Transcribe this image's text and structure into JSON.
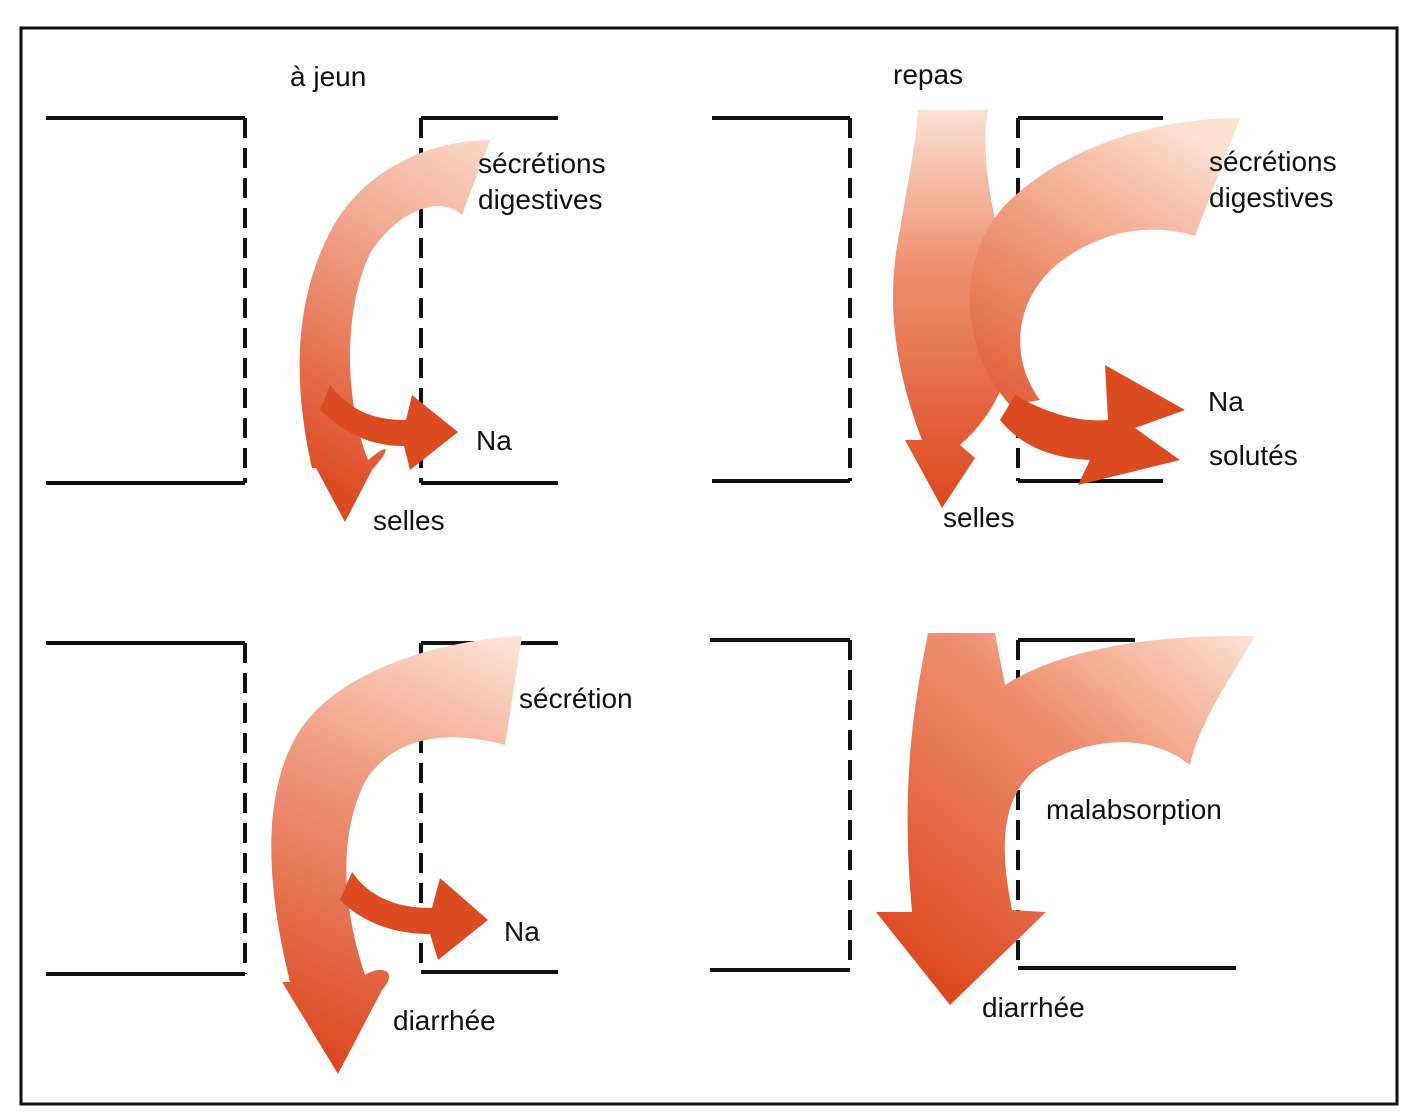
{
  "colors": {
    "flow_dark": "#dc4a22",
    "flow_mid": "#ea8060",
    "flow_light": "#fce0d2",
    "line": "#111111",
    "background": "#ffffff"
  },
  "headings": {
    "fasting": "à jeun",
    "meal": "repas"
  },
  "panels": {
    "fasting_normal": {
      "secretion": [
        "sécrétions",
        "digestives"
      ],
      "absorbed": "Na",
      "output": "selles"
    },
    "meal_normal": {
      "secretion": [
        "sécrétions",
        "digestives"
      ],
      "absorbed": [
        "Na",
        "solutés"
      ],
      "output": "selles"
    },
    "fasting_diarrhea": {
      "secretion": "sécrétion",
      "absorbed": "Na",
      "output": "diarrhée"
    },
    "meal_diarrhea": {
      "cause": "malabsorption",
      "output": "diarrhée"
    }
  }
}
